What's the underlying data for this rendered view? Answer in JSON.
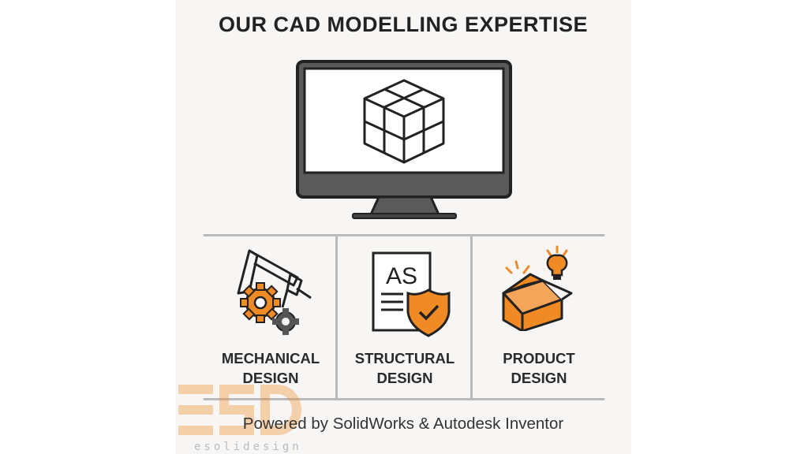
{
  "title": "OUR CAD MODELLING EXPERTISE",
  "services": [
    {
      "line1": "MECHANICAL",
      "line2": "DESIGN",
      "icon": "gears-robot-arm-icon"
    },
    {
      "line1": "STRUCTURAL",
      "line2": "DESIGN",
      "icon": "document-shield-icon",
      "doc_text": "AS"
    },
    {
      "line1": "PRODUCT",
      "line2": "DESIGN",
      "icon": "box-lightbulb-icon"
    }
  ],
  "footer": "Powered by SolidWorks & Autodesk Inventor",
  "watermark": {
    "logo": "ESD",
    "text": "esolidesign"
  },
  "colors": {
    "accent": "#f08a24",
    "dark": "#222222",
    "panel": "#f7f6f4"
  }
}
